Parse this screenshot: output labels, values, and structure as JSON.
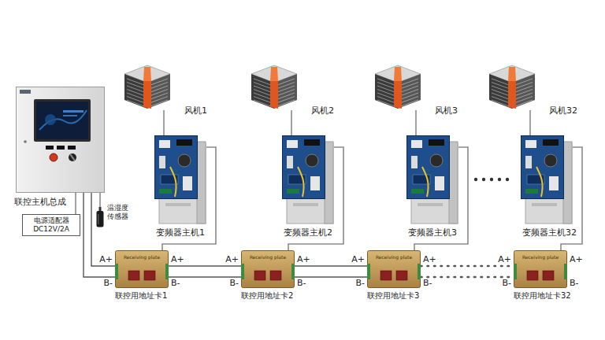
{
  "diagram": {
    "nodes": [
      {
        "text": [
          "联控主机总成"
        ]
      },
      {
        "text": [
          "风机1"
        ]
      },
      {
        "text": [
          "风机2"
        ]
      },
      {
        "text": [
          "风机3"
        ]
      },
      {
        "text": [
          "风机32"
        ]
      },
      {
        "text": [
          "变频器主机1"
        ]
      },
      {
        "text": [
          "变频器主机2"
        ]
      },
      {
        "text": [
          "变频器主机3"
        ]
      },
      {
        "text": [
          "变频器主机32"
        ]
      },
      {
        "text": [
          "电源适配器 DC12V/2A"
        ]
      },
      {
        "text": [
          "温湿度传感器"
        ]
      },
      {
        "text": [
          "联控用地址卡1",
          "Receiving plate"
        ]
      },
      {
        "text": [
          "联控用地址卡2",
          "Receiving plate"
        ]
      },
      {
        "text": [
          "联控用地址卡3",
          "Receiving plate"
        ]
      },
      {
        "text": [
          "联控用地址卡32",
          "Receiving plate"
        ]
      }
    ],
    "edges": [
      {
        "from": 0,
        "to": 9,
        "arrow": "none"
      },
      {
        "from": 0,
        "to": 10,
        "arrow": "none"
      },
      {
        "from": 0,
        "to": 11,
        "arrow": "none"
      },
      {
        "from": 1,
        "to": 5,
        "arrow": "none"
      },
      {
        "from": 2,
        "to": 6,
        "arrow": "none"
      },
      {
        "from": 3,
        "to": 7,
        "arrow": "none"
      },
      {
        "from": 4,
        "to": 8,
        "arrow": "none"
      },
      {
        "from": 5,
        "to": 11,
        "arrow": "none"
      },
      {
        "from": 6,
        "to": 12,
        "arrow": "none"
      },
      {
        "from": 7,
        "to": 13,
        "arrow": "none"
      },
      {
        "from": 8,
        "to": 14,
        "arrow": "none"
      },
      {
        "from": 11,
        "to": 12,
        "arrow": "none"
      },
      {
        "from": 12,
        "to": 13,
        "arrow": "none"
      },
      {
        "from": 13,
        "to": 14,
        "arrow": "none"
      }
    ],
    "labels": [
      "A+",
      "B-",
      "A+",
      "B-",
      "A+",
      "B-",
      "A+",
      "B-",
      "A+",
      "B-",
      "A+",
      "B-",
      "A+",
      "B-",
      "A+",
      "B-"
    ]
  }
}
